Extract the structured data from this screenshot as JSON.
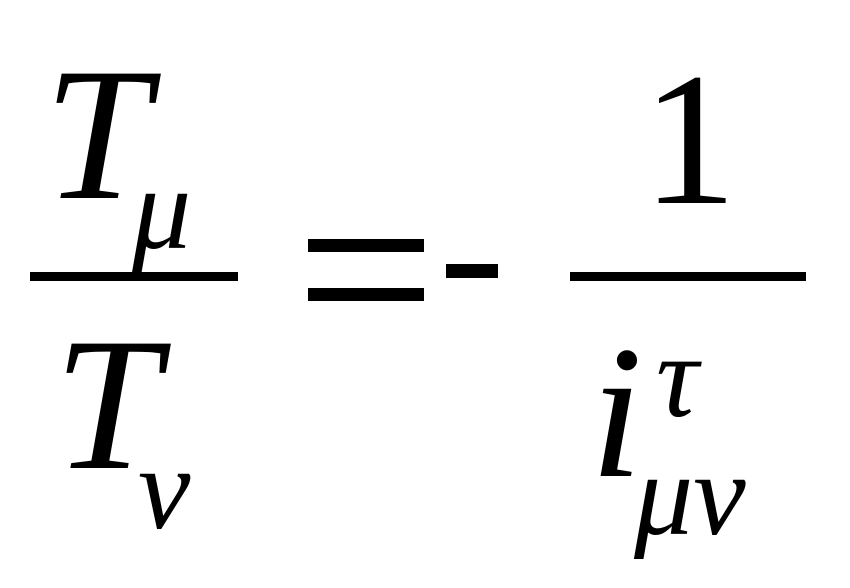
{
  "formula": {
    "left_fraction": {
      "numerator": {
        "base": "T",
        "subscript": "μ"
      },
      "denominator": {
        "base": "T",
        "subscript": "ν"
      }
    },
    "relation": "=",
    "sign": "-",
    "right_fraction": {
      "numerator": "1",
      "denominator": {
        "base": "i",
        "superscript": "τ",
        "subscript": "μν"
      }
    }
  }
}
